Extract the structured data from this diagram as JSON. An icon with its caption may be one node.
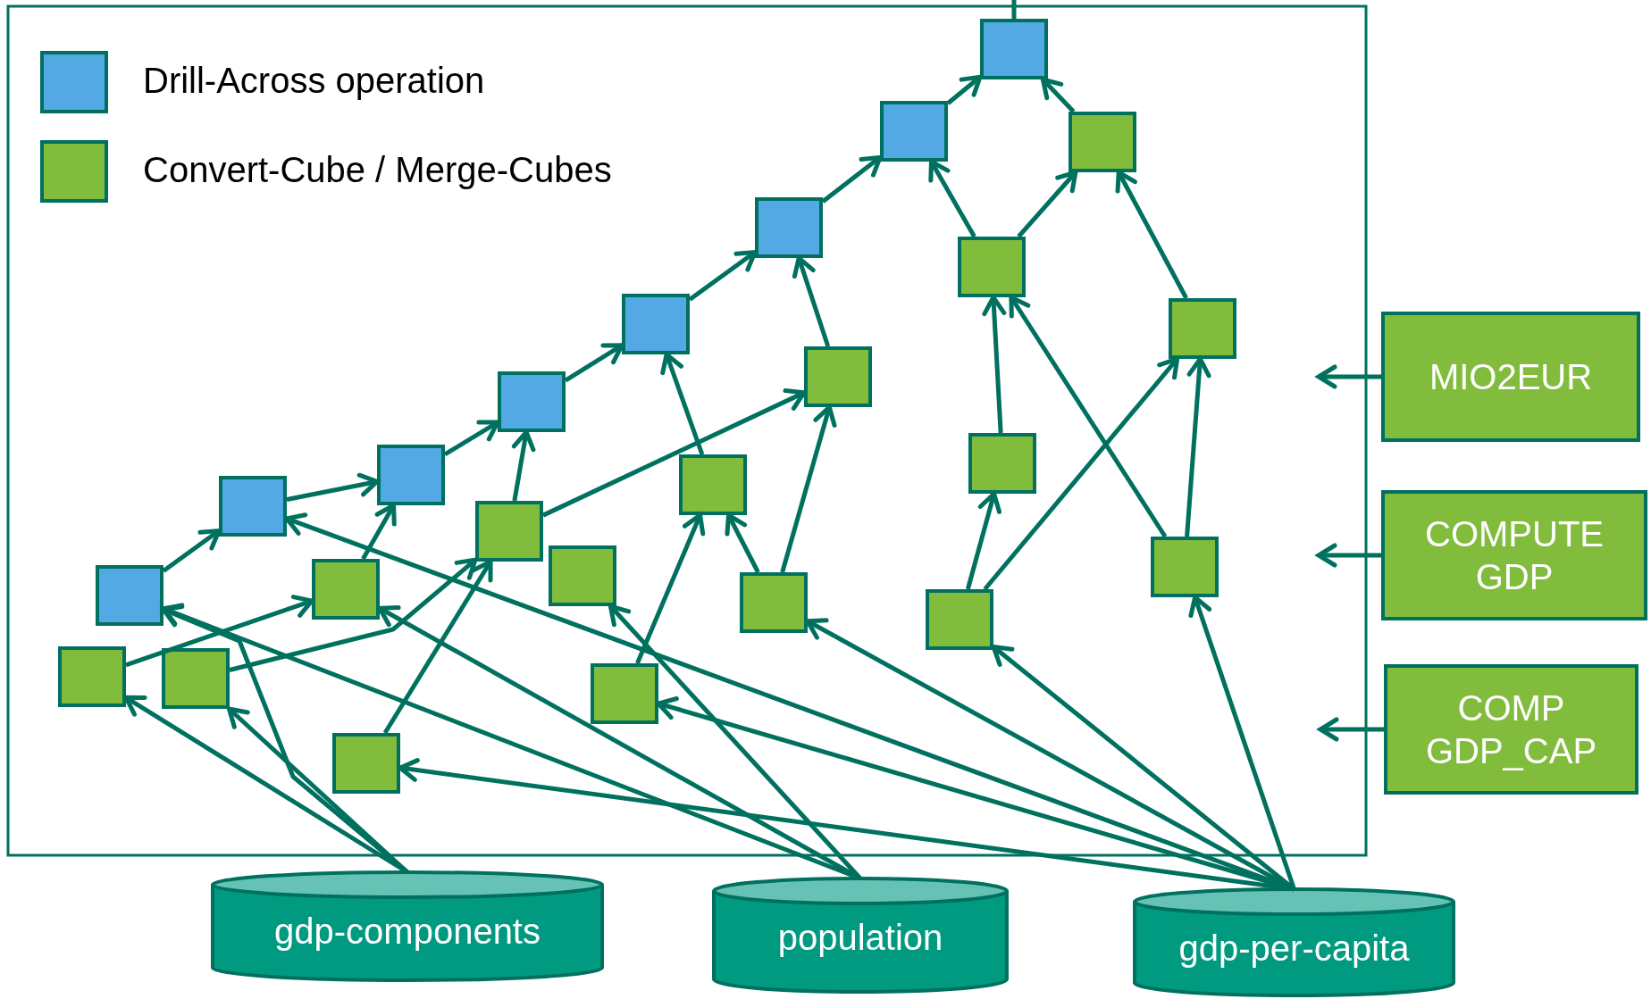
{
  "diagram": {
    "nodes": [
      {
        "text": [],
        "shape": "box"
      },
      {
        "text": [],
        "shape": "box"
      },
      {
        "text": [],
        "shape": "box"
      },
      {
        "text": [],
        "shape": "box"
      },
      {
        "text": [],
        "shape": "box"
      },
      {
        "text": [],
        "shape": "box"
      },
      {
        "text": [],
        "shape": "box"
      },
      {
        "text": [],
        "shape": "box"
      },
      {
        "text": [],
        "shape": "box"
      },
      {
        "text": [],
        "shape": "box"
      },
      {
        "text": [],
        "shape": "box"
      },
      {
        "text": [],
        "shape": "box"
      },
      {
        "text": [],
        "shape": "box"
      },
      {
        "text": [],
        "shape": "box"
      },
      {
        "text": [],
        "shape": "box"
      },
      {
        "text": [],
        "shape": "box"
      },
      {
        "text": [],
        "shape": "box"
      },
      {
        "text": [],
        "shape": "box"
      },
      {
        "text": [],
        "shape": "box"
      },
      {
        "text": [],
        "shape": "box"
      },
      {
        "text": [],
        "shape": "box"
      },
      {
        "text": [],
        "shape": "box"
      },
      {
        "text": [],
        "shape": "box"
      },
      {
        "text": [],
        "shape": "box"
      },
      {
        "text": [
          "MIO2EUR"
        ]
      },
      {
        "text": [
          "COMPUTE GDP"
        ]
      },
      {
        "text": [
          "COMP GDP_CAP"
        ]
      },
      {
        "text": [
          "gdp-components"
        ]
      },
      {
        "text": [
          "population"
        ]
      },
      {
        "text": [
          "gdp-per-capita"
        ]
      }
    ],
    "edges": [
      {
        "from": 0,
        "to": null,
        "arrow": "none"
      },
      {
        "from": 2,
        "to": 0,
        "arrow": "to"
      },
      {
        "from": 1,
        "to": 0,
        "arrow": "to"
      },
      {
        "from": 3,
        "to": 2,
        "arrow": "to"
      },
      {
        "from": 4,
        "to": 2,
        "arrow": "to"
      },
      {
        "from": 4,
        "to": 1,
        "arrow": "to"
      },
      {
        "from": 6,
        "to": 1,
        "arrow": "to"
      },
      {
        "from": 5,
        "to": 3,
        "arrow": "to"
      },
      {
        "from": 7,
        "to": 3,
        "arrow": "to"
      },
      {
        "from": 8,
        "to": 5,
        "arrow": "to"
      },
      {
        "from": 11,
        "to": 5,
        "arrow": "to"
      },
      {
        "from": 10,
        "to": 8,
        "arrow": "to"
      },
      {
        "from": 13,
        "to": 8,
        "arrow": "to"
      },
      {
        "from": 12,
        "to": 10,
        "arrow": "to"
      },
      {
        "from": 16,
        "to": 10,
        "arrow": "to"
      },
      {
        "from": 15,
        "to": 12,
        "arrow": "to"
      },
      {
        "from": 13,
        "to": 7,
        "arrow": "to"
      },
      {
        "from": 17,
        "to": 7,
        "arrow": "to"
      },
      {
        "from": 17,
        "to": 11,
        "arrow": "to"
      },
      {
        "from": 22,
        "to": 11,
        "arrow": "to"
      },
      {
        "from": 9,
        "to": 4,
        "arrow": "to"
      },
      {
        "from": 14,
        "to": 4,
        "arrow": "to"
      },
      {
        "from": 18,
        "to": 9,
        "arrow": "to"
      },
      {
        "from": 18,
        "to": 6,
        "arrow": "to"
      },
      {
        "from": 14,
        "to": 6,
        "arrow": "to"
      },
      {
        "from": 23,
        "to": 13,
        "arrow": "to"
      },
      {
        "from": 20,
        "to": 13,
        "arrow": "to"
      },
      {
        "from": 19,
        "to": 16,
        "arrow": "to"
      },
      {
        "from": 27,
        "to": 19,
        "arrow": "to"
      },
      {
        "from": 27,
        "to": 20,
        "arrow": "to"
      },
      {
        "from": 27,
        "to": 15,
        "arrow": "to"
      },
      {
        "from": 28,
        "to": 16,
        "arrow": "to"
      },
      {
        "from": 28,
        "to": 21,
        "arrow": "to"
      },
      {
        "from": 28,
        "to": 15,
        "arrow": "to"
      },
      {
        "from": 29,
        "to": 12,
        "arrow": "to"
      },
      {
        "from": 29,
        "to": 23,
        "arrow": "to"
      },
      {
        "from": 29,
        "to": 22,
        "arrow": "to"
      },
      {
        "from": 29,
        "to": 17,
        "arrow": "to"
      },
      {
        "from": 29,
        "to": 18,
        "arrow": "to"
      },
      {
        "from": 29,
        "to": 14,
        "arrow": "to"
      },
      {
        "from": 24,
        "to": null,
        "arrow": "to"
      },
      {
        "from": 25,
        "to": null,
        "arrow": "to"
      },
      {
        "from": 26,
        "to": null,
        "arrow": "to"
      }
    ],
    "legend": [
      {
        "text": "Drill-Across operation",
        "color": "#52a9e4"
      },
      {
        "text": "Convert-Cube / Merge-Cubes",
        "color": "#82bc3c"
      }
    ]
  }
}
